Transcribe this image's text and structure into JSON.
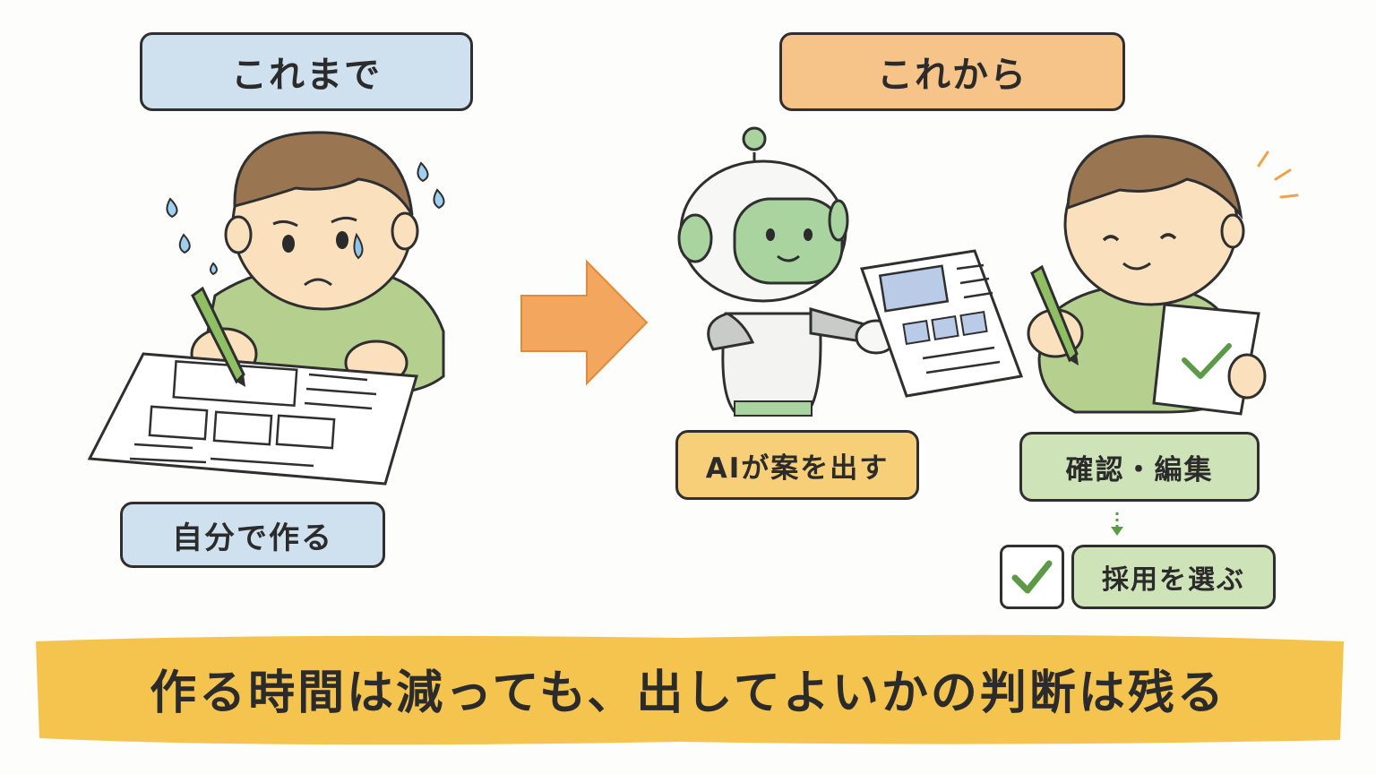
{
  "labels": {
    "before": "これまで",
    "after": "これから",
    "self_made": "自分で作る",
    "ai_proposes": "AIが案を出す",
    "review_edit": "確認・編集",
    "adopt_choose": "採用を選ぶ"
  },
  "banner": {
    "text": "作る時間は減っても、出してよいかの判断は残る"
  },
  "colors": {
    "before_label": "#cfe0ef",
    "after_label": "#f6c489",
    "ai_label": "#f7cf78",
    "green_label": "#cfe3b8",
    "banner": "#f5c44e",
    "arrow": "#f2a65e",
    "shirt": "#b5d08e",
    "skin": "#fbe0bd",
    "hair": "#9a7552",
    "robot_face": "#a9d39f",
    "check": "#5c9a48"
  },
  "icons": [
    "worried-person-icon",
    "document-icon",
    "pencil-icon",
    "sweat-drop-icon",
    "arrow-right-icon",
    "robot-icon",
    "smiling-person-icon",
    "check-icon",
    "dotted-arrow-down-icon"
  ]
}
